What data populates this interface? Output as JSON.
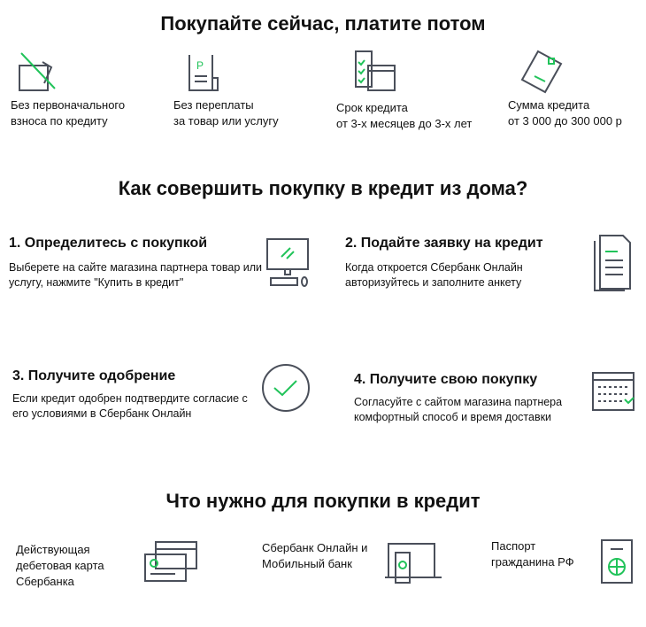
{
  "title": "Покупайте сейчас, платите потом",
  "features": [
    {
      "icon": "wallet-crossed-icon",
      "line1": "Без первоначального",
      "line2": "взноса по кредиту"
    },
    {
      "icon": "receipt-icon",
      "line1": "Без переплаты",
      "line2": "за товар или услугу"
    },
    {
      "icon": "calendar-checklist-icon",
      "line1": "Срок кредита",
      "line2": "от 3-х месяцев до 3-х лет"
    },
    {
      "icon": "card-terminal-icon",
      "line1": "Сумма кредита",
      "line2": "от 3 000 до 300 000 р"
    }
  ],
  "how_title": "Как совершить покупку в кредит из дома?",
  "steps": [
    {
      "title": "1. Определитесь с покупкой",
      "text": "Выберете на сайте магазина партнера товар или услугу, нажмите \"Купить в кредит\"",
      "icon": "computer-icon"
    },
    {
      "title": "2. Подайте заявку на кредит",
      "text": "Когда откроется Сбербанк Онлайн авторизуйтесь и заполните анкету",
      "icon": "documents-icon"
    },
    {
      "title": "3. Получите одобрение",
      "text": "Если кредит одобрен подтвердите согласие с его условиями в Сбербанк Онлайн",
      "icon": "check-circle-icon"
    },
    {
      "title": "4. Получите свою покупку",
      "text": "Согласуйте с сайтом магазина партнера комфортный способ и время доставки",
      "icon": "calendar-icon"
    }
  ],
  "need_title": "Что нужно для покупки в кредит",
  "needs": [
    {
      "text": "Действующая дебетовая карта Сбербанка",
      "icon": "bank-cards-icon"
    },
    {
      "text": "Сбербанк Онлайн и Мобильный банк",
      "icon": "devices-icon"
    },
    {
      "text": "Паспорт гражданина РФ",
      "icon": "passport-icon"
    }
  ],
  "colors": {
    "accent": "#21c35a",
    "icon": "#4a4f5a"
  }
}
